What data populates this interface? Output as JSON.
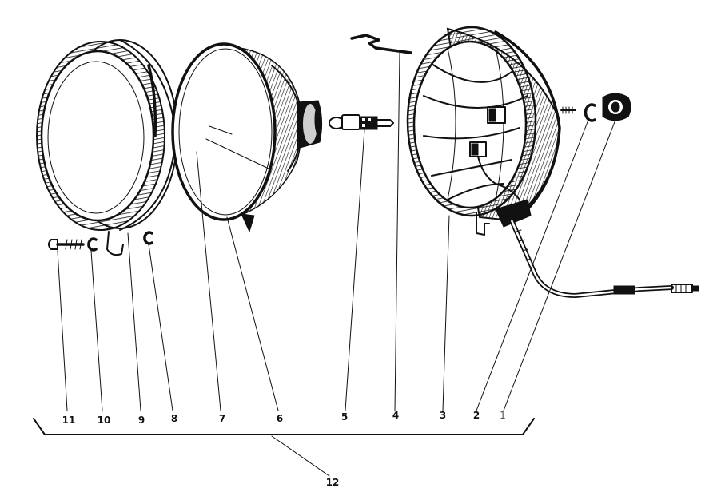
{
  "callouts": [
    {
      "id": "11",
      "label": "11"
    },
    {
      "id": "10",
      "label": "10"
    },
    {
      "id": "9",
      "label": "9"
    },
    {
      "id": "8",
      "label": "8"
    },
    {
      "id": "7",
      "label": "7"
    },
    {
      "id": "6",
      "label": "6"
    },
    {
      "id": "5",
      "label": "5"
    },
    {
      "id": "4",
      "label": "4"
    },
    {
      "id": "3",
      "label": "3"
    },
    {
      "id": "2",
      "label": "2"
    },
    {
      "id": "1",
      "label": "1"
    },
    {
      "id": "12",
      "label": "12"
    }
  ],
  "colors": {
    "ink": "#111111",
    "paper": "#ffffff"
  }
}
